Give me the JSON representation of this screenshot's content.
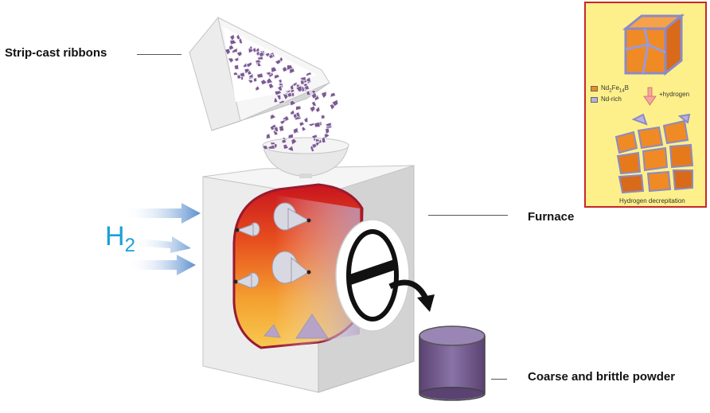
{
  "labels": {
    "ribbons": "Strip-cast ribbons",
    "furnace": "Furnace",
    "powder": "Coarse and brittle powder",
    "gas": "H",
    "gas_sub": "2"
  },
  "inset": {
    "legend_alloy_main": "Nd",
    "legend_alloy_s1": "2",
    "legend_alloy_mid": "Fe",
    "legend_alloy_s2": "14",
    "legend_alloy_end": "B",
    "legend_rich": "Nd-rich",
    "arrow_label": "+hydrogen",
    "caption": "Hydrogen decrepitation"
  },
  "colors": {
    "accent_gas": "#1aa0d8",
    "inset_border": "#c8262b",
    "inset_bg": "#fdf08a",
    "grain": "#f08a24",
    "nd_rich": "#b8b0e0",
    "furnace": "#e6e6e6",
    "chamber_red": "#c8141e",
    "powder": "#6b4f86"
  }
}
